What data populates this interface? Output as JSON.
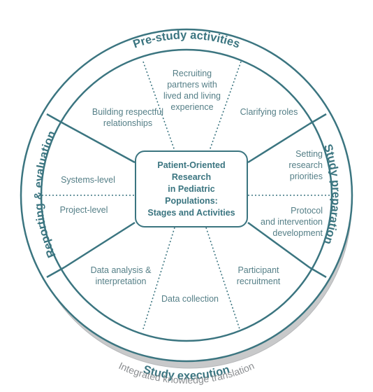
{
  "center": {
    "line1": "Patient-Oriented Research",
    "line2": "in Pediatric Populations:",
    "line3": "Stages and Activities"
  },
  "stages": {
    "top": "Pre-study activities",
    "right": "Study preparation",
    "bottom": "Study execution",
    "left": "Reporting & evaluation"
  },
  "outer_band": "Integrated knowledge translation",
  "activities": {
    "building_relationships": {
      "line1": "Building respectful",
      "line2": "relationships"
    },
    "recruiting_partners": {
      "line1": "Recruiting",
      "line2": "partners with",
      "line3": "lived and living",
      "line4": "experience"
    },
    "clarifying_roles": {
      "line1": "Clarifying roles"
    },
    "setting_priorities": {
      "line1": "Setting",
      "line2": "research",
      "line3": "priorities"
    },
    "protocol_development": {
      "line1": "Protocol",
      "line2": "and intervention",
      "line3": "development"
    },
    "participant_recruitment": {
      "line1": "Participant",
      "line2": "recruitment"
    },
    "data_collection": {
      "line1": "Data collection"
    },
    "data_analysis": {
      "line1": "Data analysis &",
      "line2": "interpretation"
    },
    "systems_level": {
      "line1": "Systems-level"
    },
    "project_level": {
      "line1": "Project-level"
    }
  },
  "colors": {
    "teal": "#3b7580",
    "text": "#557f87",
    "grey_band": "#c8c9ca",
    "grey_text": "#8a8d90"
  }
}
